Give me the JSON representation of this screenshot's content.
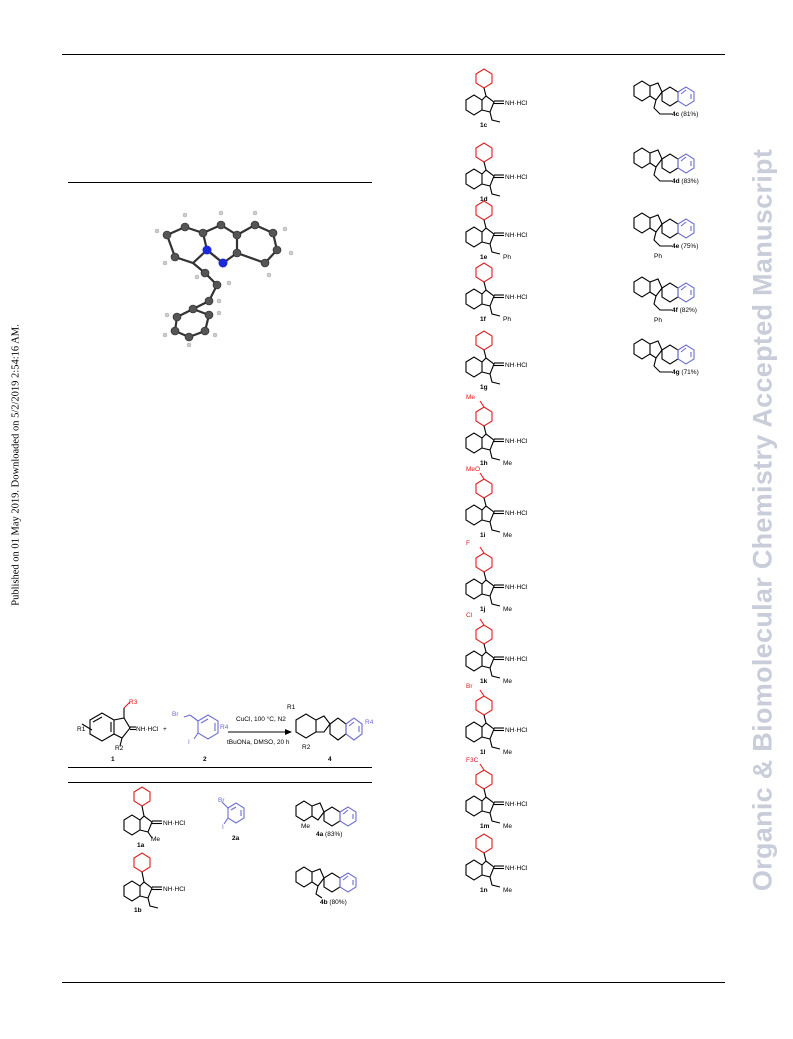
{
  "sidebar_text": "Published on 01 May 2019. Downloaded on 5/2/2019 2:54:16 AM.",
  "watermark": "Organic & Biomolecular Chemistry Accepted Manuscript",
  "salt": "NH·HCl",
  "scheme": {
    "r1": "R1",
    "r2": "R2",
    "r3": "R3",
    "r4": "R4",
    "label_1": "1",
    "label_2": "2",
    "label_4": "4",
    "conditions_top": "CuCl, 100 °C, N2",
    "conditions_bottom": "tBuONa, DMSO, 20 h",
    "plus": "+",
    "reagent_br": "Br",
    "reagent_i": "I",
    "label_2a": "2a",
    "n_me": "Me",
    "prod_me": "Me"
  },
  "left_rows": [
    {
      "sm": "1a",
      "n_sub": "Me",
      "prod": "4a",
      "yield": "(83%)"
    },
    {
      "sm": "1b",
      "prod": "4b",
      "yield": "(80%)"
    }
  ],
  "right_substrates": [
    {
      "id": "1c",
      "sub": "",
      "prod": "4c",
      "yield": "(81%)"
    },
    {
      "id": "1d",
      "sub": "",
      "prod": "4d",
      "yield": "(83%)"
    },
    {
      "id": "1e",
      "sub": "Ph",
      "prod": "4e",
      "yield": "(75%)",
      "prod_sub": "Ph"
    },
    {
      "id": "1f",
      "sub": "Ph",
      "prod": "4f",
      "yield": "(82%)",
      "prod_sub": "Ph"
    },
    {
      "id": "1g",
      "sub": "",
      "prod": "4g",
      "yield": "(71%)"
    },
    {
      "id": "1h",
      "sub": "Me",
      "para": "Me"
    },
    {
      "id": "1i",
      "sub": "Me",
      "para": "MeO"
    },
    {
      "id": "1j",
      "sub": "Me",
      "para": "F"
    },
    {
      "id": "1k",
      "sub": "Me",
      "para": "Cl"
    },
    {
      "id": "1l",
      "sub": "Me",
      "para": "Br"
    },
    {
      "id": "1m",
      "sub": "Me",
      "para": "F3C"
    },
    {
      "id": "1n",
      "sub": "Me"
    }
  ]
}
